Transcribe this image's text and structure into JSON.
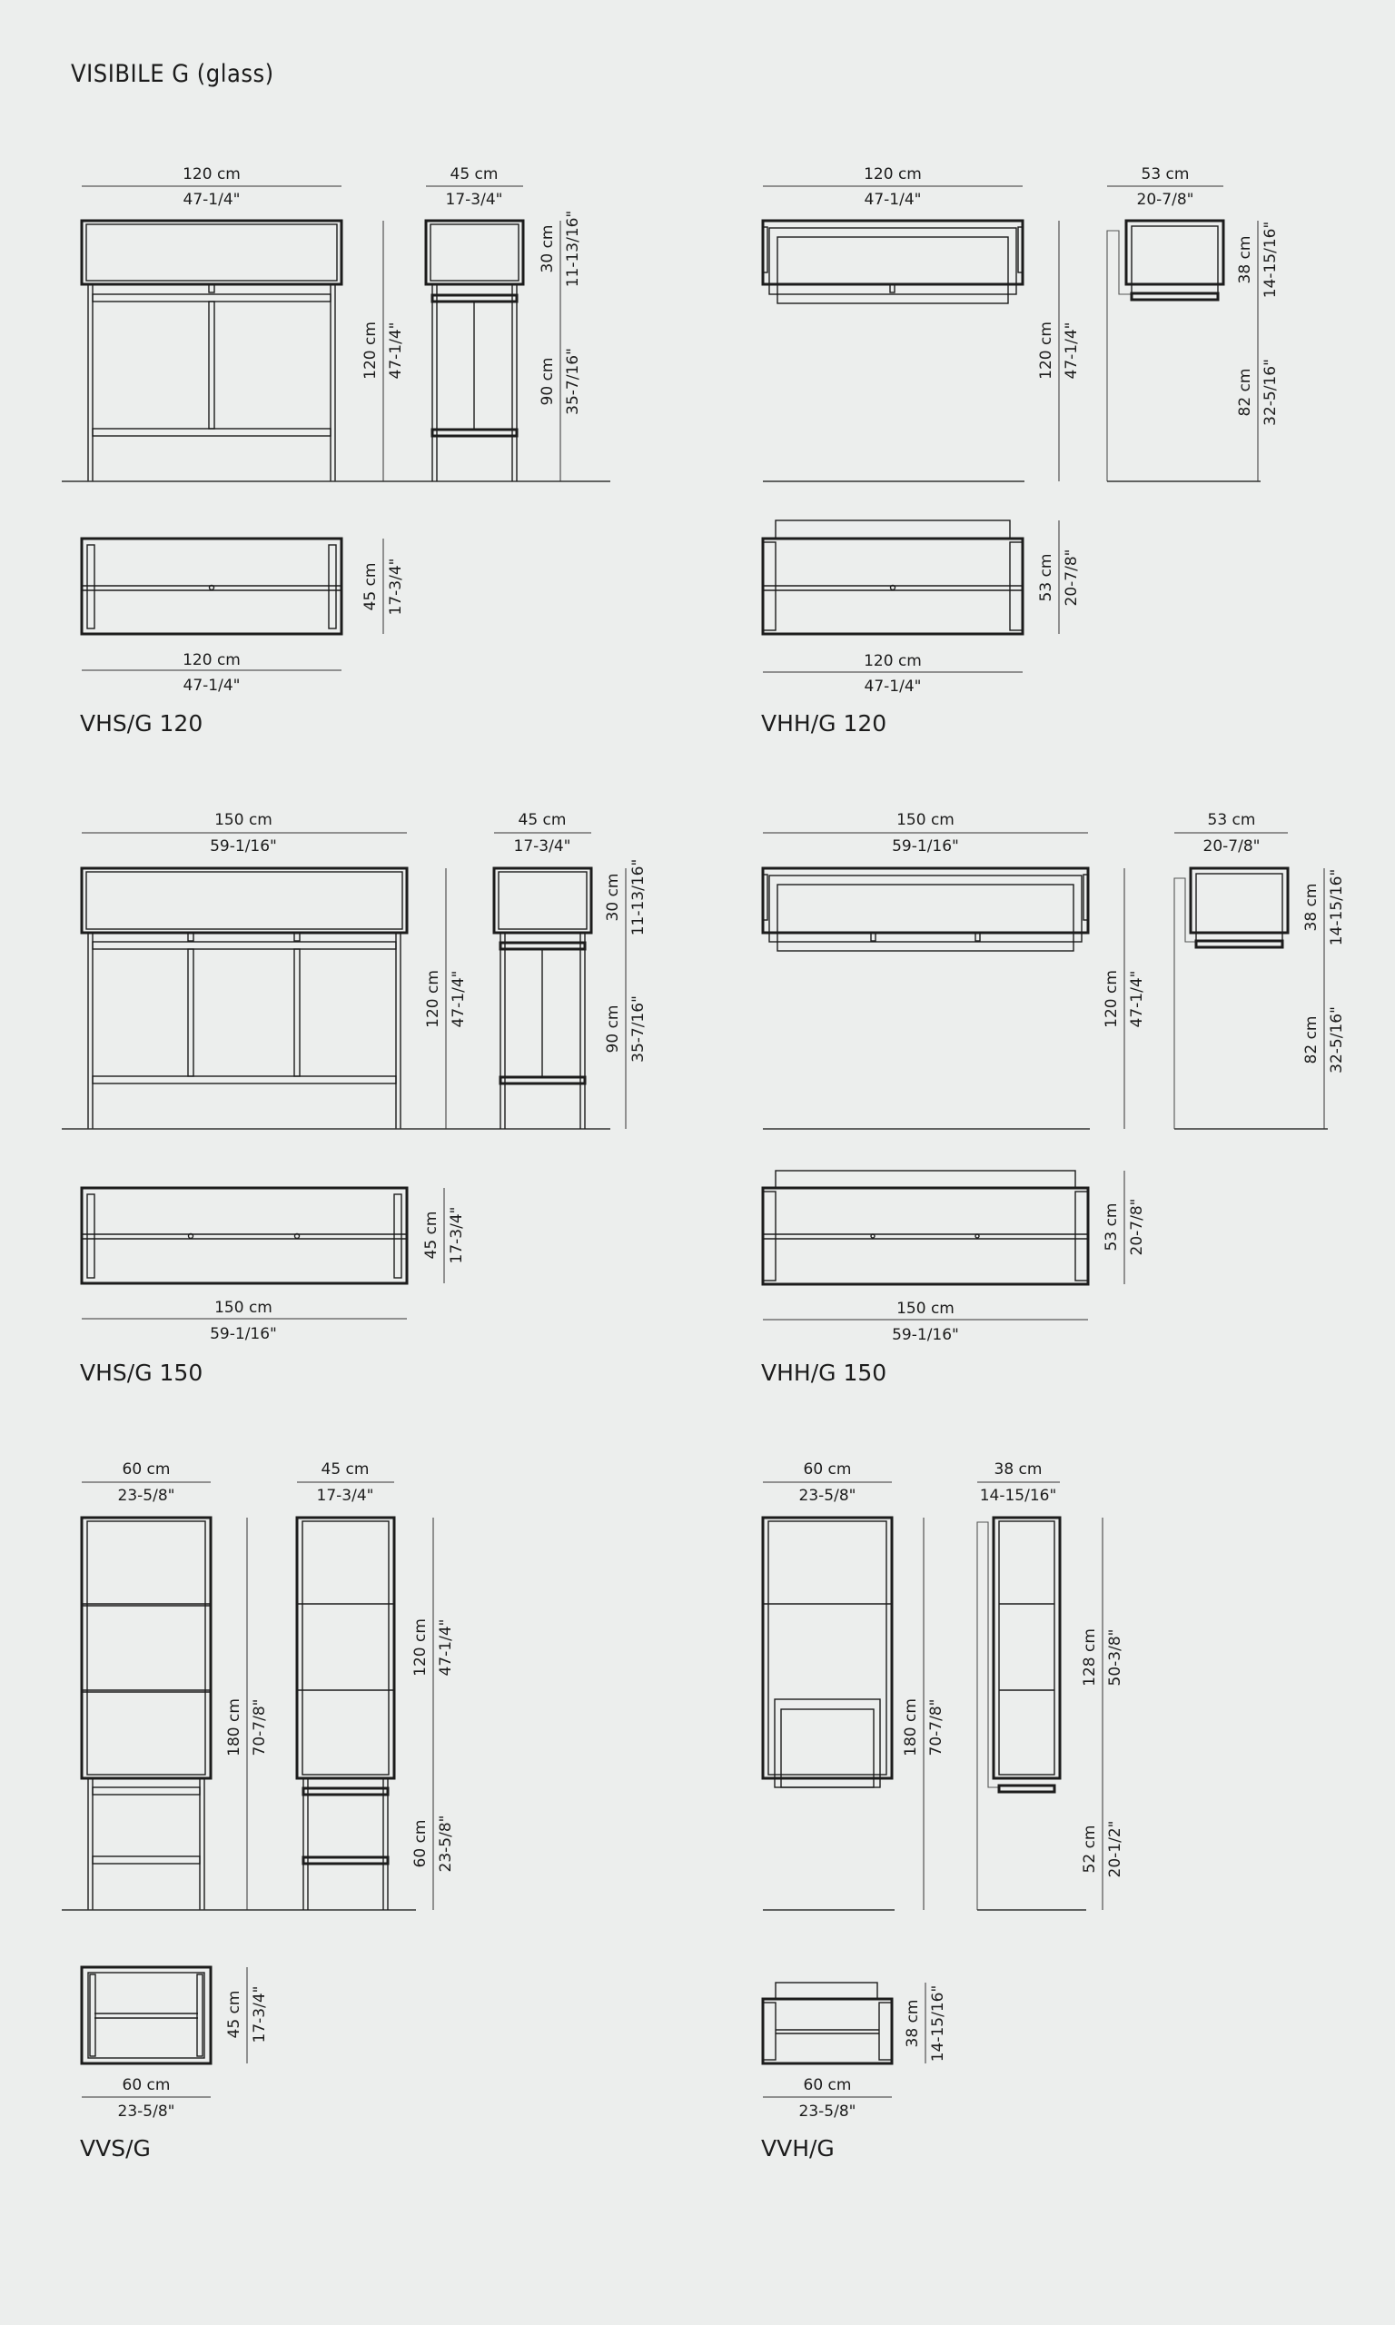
{
  "title": "VISIBILE G (glass)",
  "models": {
    "vhs120": {
      "name": "VHS/G 120",
      "front_width": {
        "cm": "120 cm",
        "in": "47-1/4\""
      },
      "front_height": {
        "cm": "120 cm",
        "in": "47-1/4\""
      },
      "side_depth": {
        "cm": "45 cm",
        "in": "17-3/4\""
      },
      "side_upper": {
        "cm": "30 cm",
        "in": "11-13/16\""
      },
      "side_lower": {
        "cm": "90 cm",
        "in": "35-7/16\""
      },
      "top_depth": {
        "cm": "45 cm",
        "in": "17-3/4\""
      },
      "top_width": {
        "cm": "120 cm",
        "in": "47-1/4\""
      }
    },
    "vhh120": {
      "name": "VHH/G 120",
      "front_width": {
        "cm": "120 cm",
        "in": "47-1/4\""
      },
      "front_height": {
        "cm": "120 cm",
        "in": "47-1/4\""
      },
      "side_depth": {
        "cm": "53 cm",
        "in": "20-7/8\""
      },
      "side_upper": {
        "cm": "38 cm",
        "in": "14-15/16\""
      },
      "side_lower": {
        "cm": "82 cm",
        "in": "32-5/16\""
      },
      "top_depth": {
        "cm": "53 cm",
        "in": "20-7/8\""
      },
      "top_width": {
        "cm": "120 cm",
        "in": "47-1/4\""
      }
    },
    "vhs150": {
      "name": "VHS/G 150",
      "front_width": {
        "cm": "150 cm",
        "in": "59-1/16\""
      },
      "front_height": {
        "cm": "120 cm",
        "in": "47-1/4\""
      },
      "side_depth": {
        "cm": "45 cm",
        "in": "17-3/4\""
      },
      "side_upper": {
        "cm": "30 cm",
        "in": "11-13/16\""
      },
      "side_lower": {
        "cm": "90 cm",
        "in": "35-7/16\""
      },
      "top_depth": {
        "cm": "45 cm",
        "in": "17-3/4\""
      },
      "top_width": {
        "cm": "150 cm",
        "in": "59-1/16\""
      }
    },
    "vhh150": {
      "name": "VHH/G 150",
      "front_width": {
        "cm": "150 cm",
        "in": "59-1/16\""
      },
      "front_height": {
        "cm": "120 cm",
        "in": "47-1/4\""
      },
      "side_depth": {
        "cm": "53 cm",
        "in": "20-7/8\""
      },
      "side_upper": {
        "cm": "38 cm",
        "in": "14-15/16\""
      },
      "side_lower": {
        "cm": "82 cm",
        "in": "32-5/16\""
      },
      "top_depth": {
        "cm": "53 cm",
        "in": "20-7/8\""
      },
      "top_width": {
        "cm": "150 cm",
        "in": "59-1/16\""
      }
    },
    "vvs": {
      "name": "VVS/G",
      "front_width": {
        "cm": "60 cm",
        "in": "23-5/8\""
      },
      "front_height": {
        "cm": "180 cm",
        "in": "70-7/8\""
      },
      "side_depth": {
        "cm": "45 cm",
        "in": "17-3/4\""
      },
      "side_upper": {
        "cm": "120 cm",
        "in": "47-1/4\""
      },
      "side_lower": {
        "cm": "60 cm",
        "in": "23-5/8\""
      },
      "top_depth": {
        "cm": "45 cm",
        "in": "17-3/4\""
      },
      "top_width": {
        "cm": "60 cm",
        "in": "23-5/8\""
      }
    },
    "vvh": {
      "name": "VVH/G",
      "front_width": {
        "cm": "60 cm",
        "in": "23-5/8\""
      },
      "front_height": {
        "cm": "180 cm",
        "in": "70-7/8\""
      },
      "side_depth": {
        "cm": "38 cm",
        "in": "14-15/16\""
      },
      "side_upper": {
        "cm": "128 cm",
        "in": "50-3/8\""
      },
      "side_lower": {
        "cm": "52 cm",
        "in": "20-1/2\""
      },
      "top_depth": {
        "cm": "38 cm",
        "in": "14-15/16\""
      },
      "top_width": {
        "cm": "60 cm",
        "in": "23-5/8\""
      }
    }
  }
}
